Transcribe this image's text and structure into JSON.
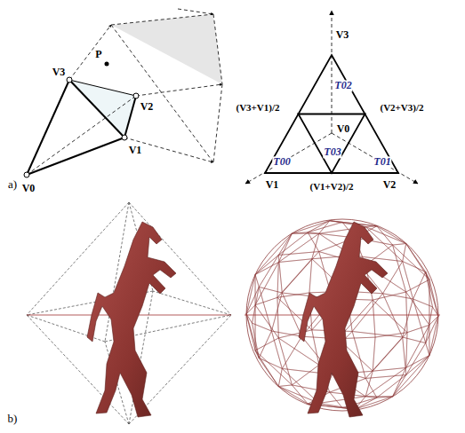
{
  "diagram": {
    "labels": [
      "a)",
      "V3",
      "P",
      "V2",
      "V1",
      "V0",
      "V3",
      "T02",
      "(V3+V1)/2",
      "(V2+V3)/2",
      "V0",
      "T03",
      "T00",
      "T01",
      "V1",
      "(V1+V2)/2",
      "V2",
      "b)"
    ]
  }
}
